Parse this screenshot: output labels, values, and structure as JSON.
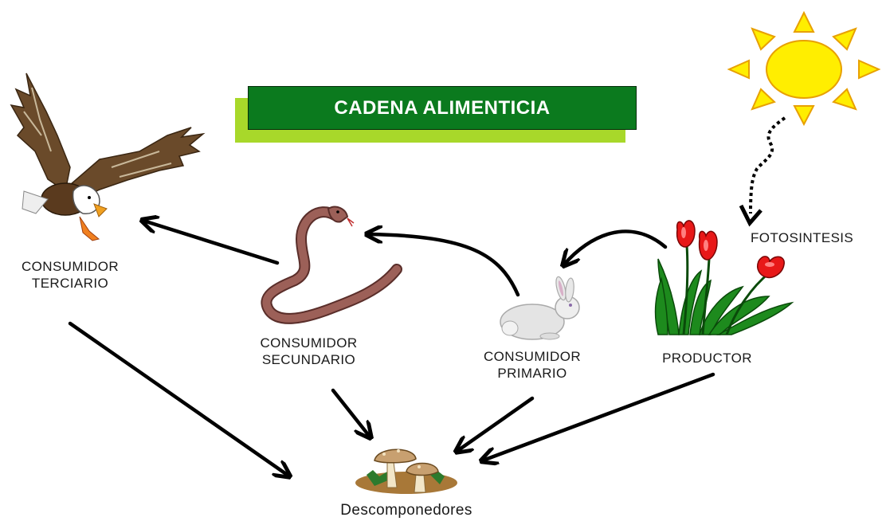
{
  "title": "CADENA ALIMENTICIA",
  "labels": {
    "tertiary_1": "CONSUMIDOR",
    "tertiary_2": "TERCIARIO",
    "secondary_1": "CONSUMIDOR",
    "secondary_2": "SECUNDARIO",
    "primary_1": "CONSUMIDOR",
    "primary_2": "PRIMARIO",
    "producer": "PRODUCTOR",
    "photosynthesis": "FOTOSINTESIS",
    "decomposers": "Descomponedores"
  },
  "icons": [
    "sun-icon",
    "eagle-icon",
    "snake-icon",
    "rabbit-icon",
    "tulips-icon",
    "mushrooms-icon"
  ],
  "colors": {
    "title_bg": "#0b7a1e",
    "title_shadow": "#a8d82a",
    "sun": "#ffee00",
    "sun_outline": "#e8a000"
  }
}
